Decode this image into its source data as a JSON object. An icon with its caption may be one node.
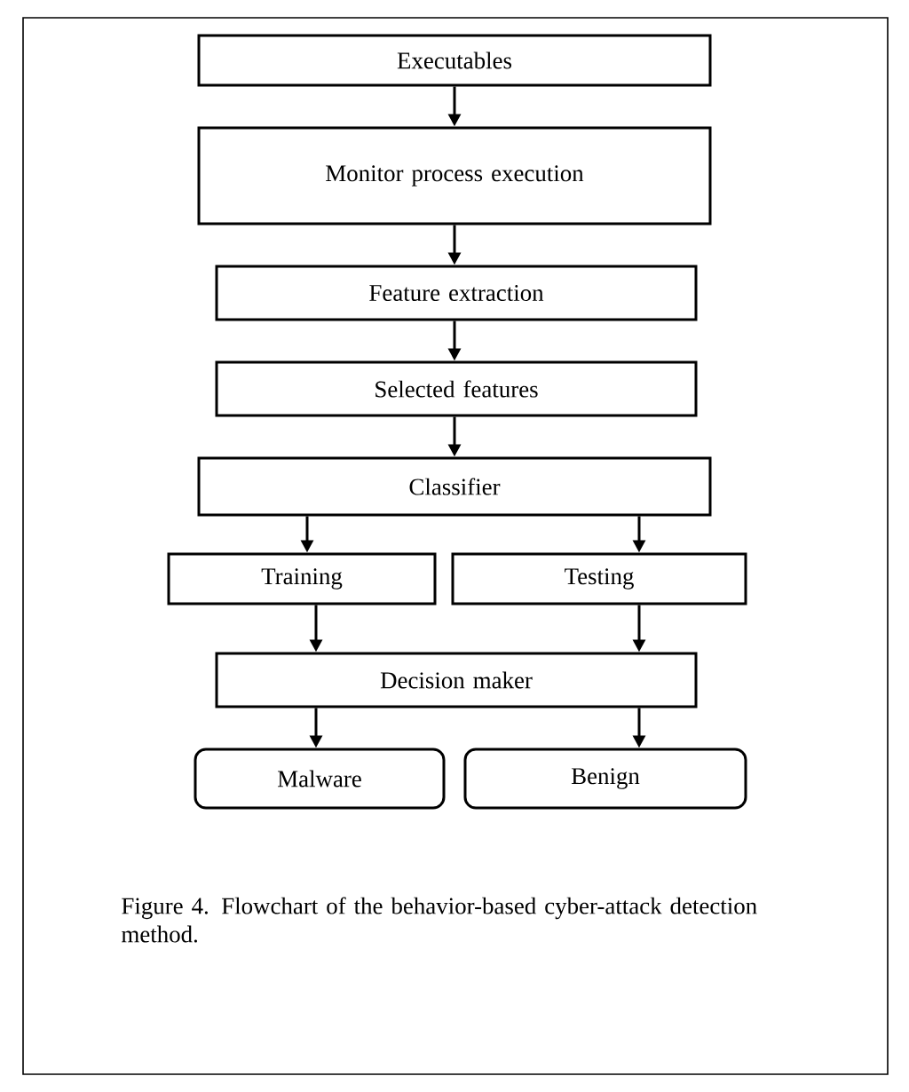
{
  "diagram": {
    "caption": "Figure 4.    Flowchart of the behavior-based cyber-attack detection method.",
    "nodes": [
      {
        "text": [
          "Executables"
        ]
      },
      {
        "text": [
          "Monitor process execution"
        ]
      },
      {
        "text": [
          "Feature extraction"
        ]
      },
      {
        "text": [
          "Selected features"
        ]
      },
      {
        "text": [
          "Classifier"
        ]
      },
      {
        "text": [
          "Training"
        ]
      },
      {
        "text": [
          "Testing"
        ]
      },
      {
        "text": [
          "Decision maker"
        ]
      },
      {
        "text": [
          "Malware"
        ]
      },
      {
        "text": [
          "Benign"
        ]
      }
    ],
    "edges": [
      {
        "from": 0,
        "to": 1,
        "arrow": "to"
      },
      {
        "from": 1,
        "to": 2,
        "arrow": "to"
      },
      {
        "from": 2,
        "to": 3,
        "arrow": "to"
      },
      {
        "from": 3,
        "to": 4,
        "arrow": "to"
      },
      {
        "from": 4,
        "to": 5,
        "arrow": "to"
      },
      {
        "from": 4,
        "to": 6,
        "arrow": "to"
      },
      {
        "from": 5,
        "to": 7,
        "arrow": "to"
      },
      {
        "from": 6,
        "to": 7,
        "arrow": "to"
      },
      {
        "from": 7,
        "to": 8,
        "arrow": "to"
      },
      {
        "from": 7,
        "to": 9,
        "arrow": "to"
      }
    ]
  }
}
